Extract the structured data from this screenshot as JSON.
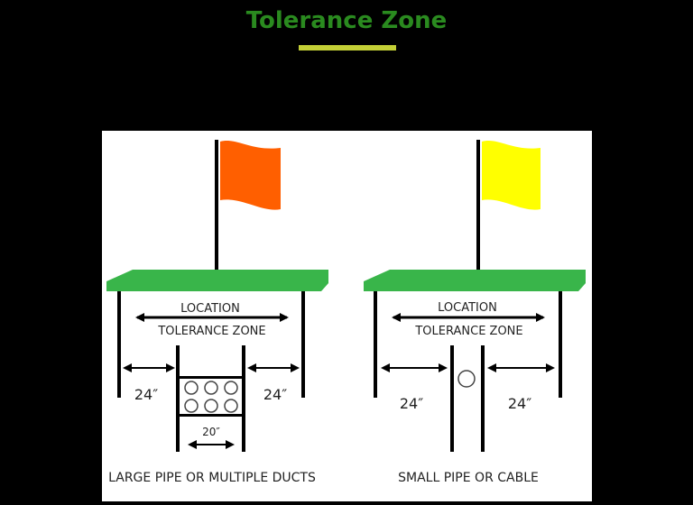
{
  "header": {
    "title": "Tolerance Zone",
    "title_color": "#2a8a1f",
    "underline_color": "#c3cf36"
  },
  "diagrams": [
    {
      "flag_color": "#ff5f00",
      "platform_color": "#39b54a",
      "zone_label_top": "LOCATION",
      "zone_label_bottom": "TOLERANCE ZONE",
      "left_clearance": "24″",
      "right_clearance": "24″",
      "trench_width": "20″",
      "content": "six ducts (2 rows x 3)",
      "caption": "LARGE PIPE OR MULTIPLE DUCTS"
    },
    {
      "flag_color": "#ffff00",
      "platform_color": "#39b54a",
      "zone_label_top": "LOCATION",
      "zone_label_bottom": "TOLERANCE ZONE",
      "left_clearance": "24″",
      "right_clearance": "24″",
      "content": "single pipe",
      "caption": "SMALL PIPE OR CABLE"
    }
  ]
}
